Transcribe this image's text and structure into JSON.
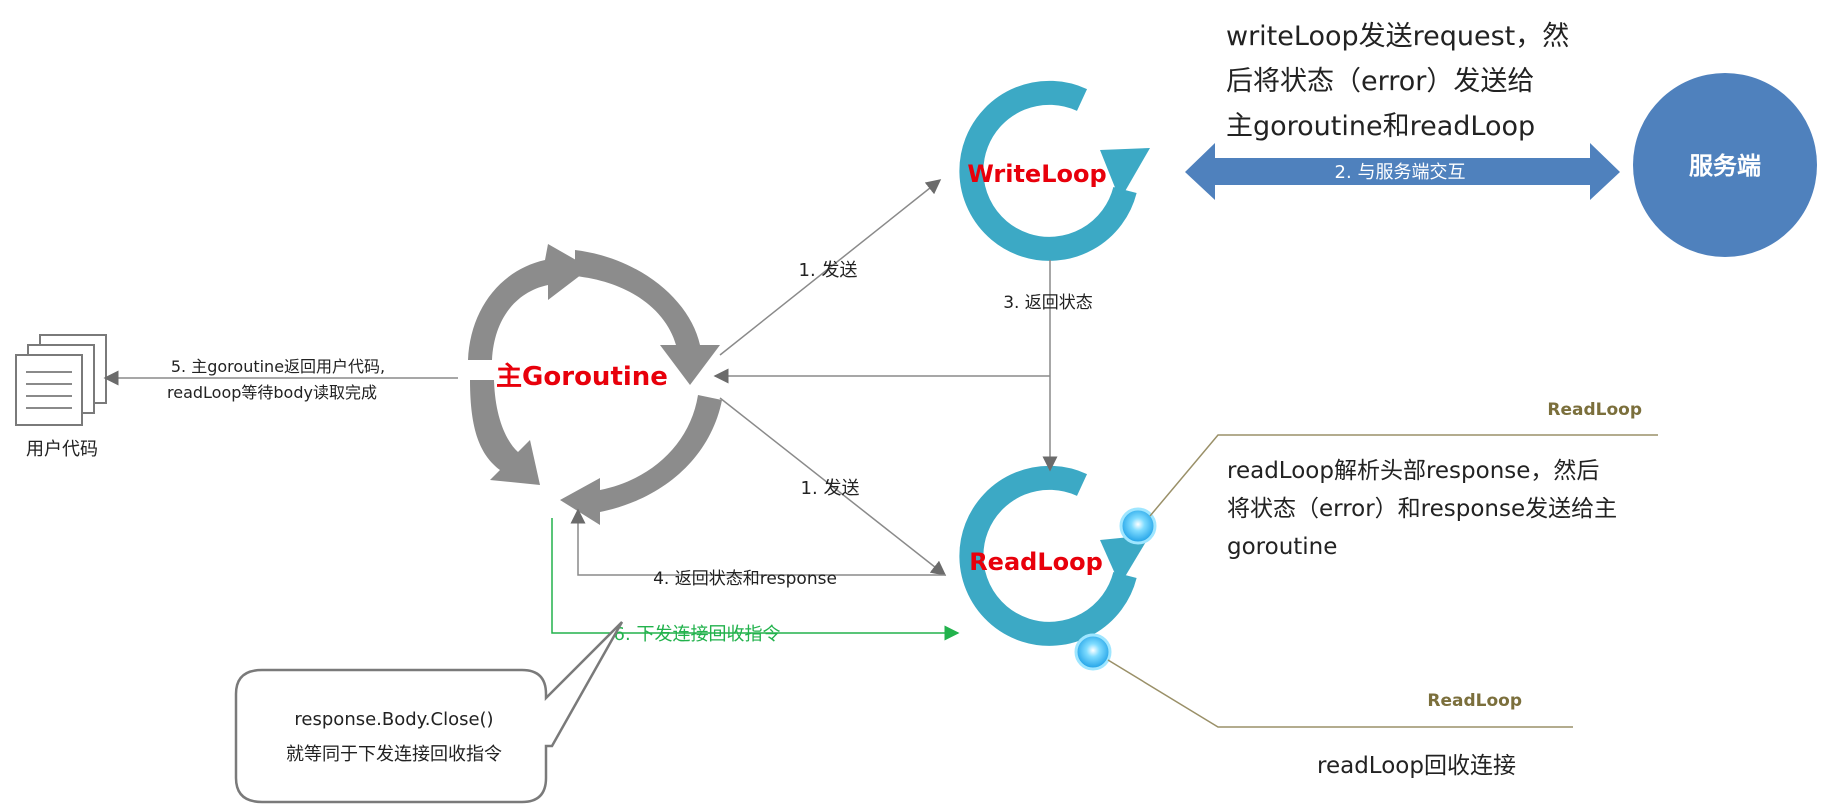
{
  "colors": {
    "loop_teal": "#3CA9C5",
    "main_gray": "#8C8C8C",
    "server_blue": "#4F81BD",
    "label_red": "#E8000B",
    "green": "#22B24C",
    "olive": "#7B6F3C",
    "arrow_gray": "#8A8A8A"
  },
  "nodes": {
    "main_goroutine": "主Goroutine",
    "write_loop": "WriteLoop",
    "read_loop": "ReadLoop",
    "server": "服务端",
    "user_code": "用户代码"
  },
  "edges": {
    "send_to_write": "1. 发送",
    "send_to_read": "1. 发送",
    "interact_server": "2. 与服务端交互",
    "return_status": "3. 返回状态",
    "return_status_response": "4. 返回状态和response",
    "main_return_line1": "5. 主goroutine返回用户代码,",
    "main_return_line2": "readLoop等待body读取完成",
    "recycle_command": "6. 下发连接回收指令"
  },
  "notes": {
    "writeloop_note_line1": "writeLoop发送request，然",
    "writeloop_note_line2": "后将状态（error）发送给",
    "writeloop_note_line3": "主goroutine和readLoop",
    "readloop_tag_1": "ReadLoop",
    "readloop_note_line1": "readLoop解析头部response，然后",
    "readloop_note_line2": "将状态（error）和response发送给主",
    "readloop_note_line3": "goroutine",
    "readloop_tag_2": "ReadLoop",
    "readloop_recycle": "readLoop回收连接",
    "callout_line1": "response.Body.Close()",
    "callout_line2": "就等同于下发连接回收指令"
  }
}
